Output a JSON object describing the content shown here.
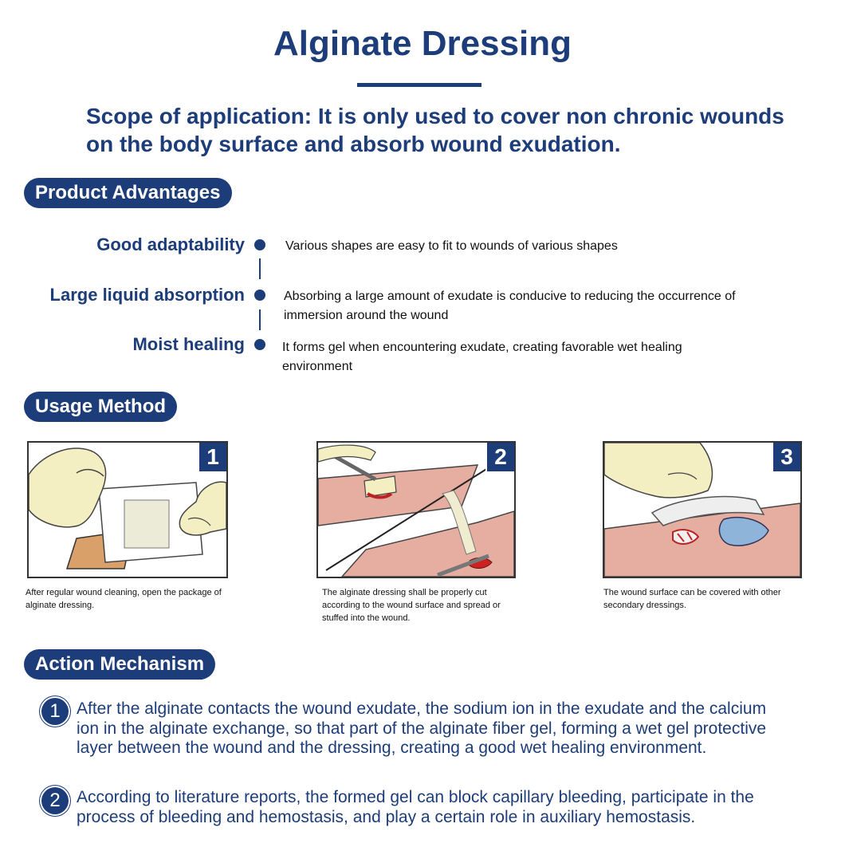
{
  "title": "Alginate Dressing",
  "scope": "Scope of application: It is only used to cover non chronic wounds on the body surface and absorb wound exudation.",
  "sections": {
    "advantages": "Product Advantages",
    "usage": "Usage Method",
    "mechanism": "Action Mechanism"
  },
  "advantages": [
    {
      "title": "Good adaptability",
      "desc": "Various shapes are easy to fit to wounds of various shapes"
    },
    {
      "title": "Large liquid absorption",
      "desc": "Absorbing a large amount of exudate is conducive to reducing the occurrence of immersion around the wound"
    },
    {
      "title": "Moist healing",
      "desc": "It forms gel when encountering exudate, creating favorable wet healing environment"
    }
  ],
  "steps": [
    {
      "num": "1",
      "caption": "After regular wound cleaning, open the package of alginate dressing."
    },
    {
      "num": "2",
      "caption": "The alginate dressing shall be properly cut according to the wound surface and spread or stuffed into the wound."
    },
    {
      "num": "3",
      "caption": "The wound surface can be covered with other secondary dressings."
    }
  ],
  "mechanism": [
    {
      "num": "1",
      "text": "After the alginate contacts the wound exudate, the sodium ion in the exudate and the calcium ion in the alginate exchange, so that part of the alginate fiber gel, forming a wet gel protective layer between the wound and the dressing, creating a good wet healing environment."
    },
    {
      "num": "2",
      "text": "According to literature reports, the formed gel can block capillary bleeding, participate in the process of bleeding and hemostasis, and play a certain role in auxiliary hemostasis."
    }
  ]
}
